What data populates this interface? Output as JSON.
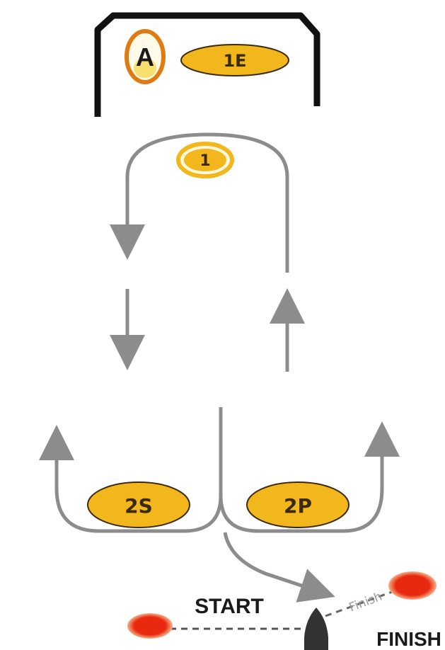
{
  "marks": {
    "a": "A",
    "one_e": "1E",
    "one": "1",
    "two_s": "2S",
    "two_p": "2P"
  },
  "labels": {
    "start": "START",
    "finish": "FINISH",
    "finish_line": "Finish"
  },
  "colors": {
    "mark_fill": "#f2b71c",
    "mark_stroke": "#e07b14",
    "route": "#8c8c8c",
    "buoy": "#e8290f",
    "committee_boat": "#333333",
    "box": "#111111"
  }
}
